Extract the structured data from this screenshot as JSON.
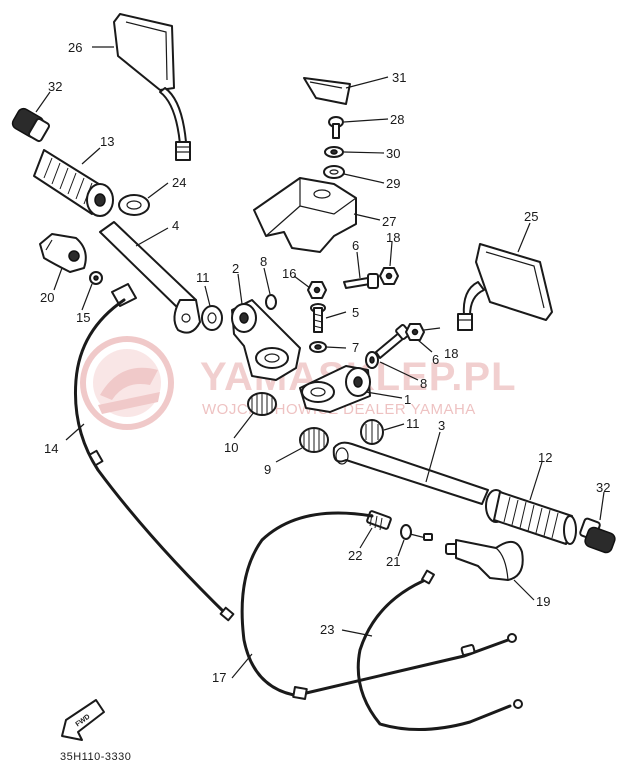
{
  "watermark": {
    "brand": "YAMASKLEP.PL",
    "subtitle": "WOJCIECHOWICZ DEALER YAMAHA"
  },
  "diagram_code": "35H110-3330",
  "fwd_label": "FWD",
  "parts": [
    {
      "id": "26",
      "name": "mirror-left"
    },
    {
      "id": "32",
      "name": "grip-end-left"
    },
    {
      "id": "13",
      "name": "grip-left"
    },
    {
      "id": "24",
      "name": "collar"
    },
    {
      "id": "4",
      "name": "handlebar-left"
    },
    {
      "id": "20",
      "name": "lever-holder-left"
    },
    {
      "id": "15",
      "name": "cable-adjuster"
    },
    {
      "id": "14",
      "name": "clutch-cable"
    },
    {
      "id": "31",
      "name": "cap"
    },
    {
      "id": "28",
      "name": "bolt"
    },
    {
      "id": "30",
      "name": "washer"
    },
    {
      "id": "29",
      "name": "damper"
    },
    {
      "id": "27",
      "name": "upper-bracket"
    },
    {
      "id": "25",
      "name": "mirror-right"
    },
    {
      "id": "6",
      "name": "bolt"
    },
    {
      "id": "18",
      "name": "nut"
    },
    {
      "id": "16",
      "name": "nut"
    },
    {
      "id": "2",
      "name": "handlebar-holder-left"
    },
    {
      "id": "8",
      "name": "washer"
    },
    {
      "id": "11",
      "name": "damper"
    },
    {
      "id": "5",
      "name": "bolt"
    },
    {
      "id": "7",
      "name": "washer"
    },
    {
      "id": "1",
      "name": "handlebar-holder-right"
    },
    {
      "id": "10",
      "name": "rubber-damper"
    },
    {
      "id": "9",
      "name": "rubber-damper"
    },
    {
      "id": "3",
      "name": "handlebar-right"
    },
    {
      "id": "12",
      "name": "throttle-grip"
    },
    {
      "id": "22",
      "name": "cable-adjuster"
    },
    {
      "id": "21",
      "name": "cable-end"
    },
    {
      "id": "19",
      "name": "throttle-housing"
    },
    {
      "id": "23",
      "name": "throttle-cable"
    },
    {
      "id": "17",
      "name": "choke-cable"
    }
  ]
}
